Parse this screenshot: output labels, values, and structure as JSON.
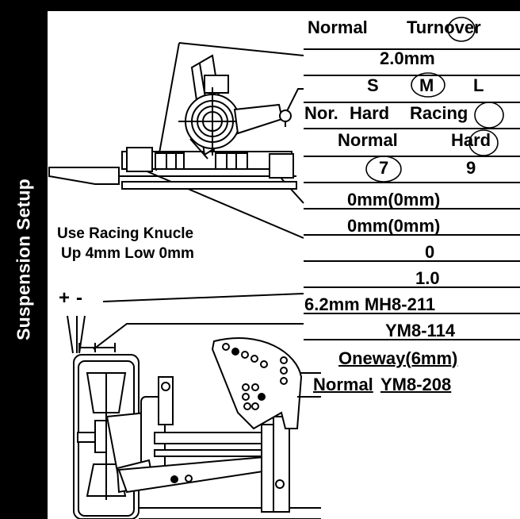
{
  "sidebar": {
    "title": "Suspension Setup"
  },
  "notes": {
    "knuckle_line1": "Use Racing Knucle",
    "knuckle_line2": "Up 4mm Low 0mm",
    "camber_plus": "+",
    "camber_minus": "-"
  },
  "rows": {
    "r1": {
      "a": "Normal",
      "b": "Turnover"
    },
    "r2": {
      "a": "2.0mm"
    },
    "r3": {
      "a": "S",
      "b": "M",
      "c": "L"
    },
    "r4": {
      "a": "Nor.",
      "b": "Hard",
      "c": "Racing"
    },
    "r5": {
      "a": "Normal",
      "b": "Hard"
    },
    "r6": {
      "a": "7",
      "b": "9"
    },
    "r7": {
      "a": "0mm(0mm)"
    },
    "r8": {
      "a": "0mm(0mm)"
    },
    "r9": {
      "a": "0"
    },
    "r10": {
      "a": "1.0"
    },
    "r11": {
      "a": "6.2mm MH8-211"
    },
    "r12": {
      "a": "YM8-114"
    },
    "r13": {
      "a": "Oneway(6mm)"
    },
    "r14": {
      "a": "Normal",
      "b": "YM8-208"
    }
  },
  "colors": {
    "ink": "#000000",
    "paper": "#ffffff"
  }
}
